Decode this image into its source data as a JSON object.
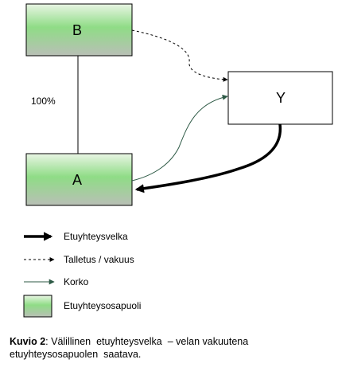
{
  "nodes": {
    "b": {
      "label": "B"
    },
    "a": {
      "label": "A"
    },
    "y": {
      "label": "Y"
    }
  },
  "edges": {
    "ownership_label": "100%"
  },
  "colors": {
    "green_light": "#e9f5e4",
    "green_mid": "#8fdc86",
    "green_dark": "#b9bfb6",
    "border": "#000000",
    "arrow_green": "#2e5a46",
    "line": "#000000"
  },
  "legend": {
    "items": [
      {
        "label": "Etuyhteysvelka",
        "style": "thick-solid"
      },
      {
        "label": "Talletus  / vakuus",
        "style": "dashed"
      },
      {
        "label": "Korko",
        "style": "green-thin"
      },
      {
        "label": "Etuyhteysosapuoli",
        "style": "green-box"
      }
    ]
  },
  "caption": {
    "prefix": "Kuvio 2",
    "line1_rest": ": Välillinen  etuyhteysvelka  – velan vakuutena",
    "line2": "etuyhteysosapuolen  saatava."
  }
}
